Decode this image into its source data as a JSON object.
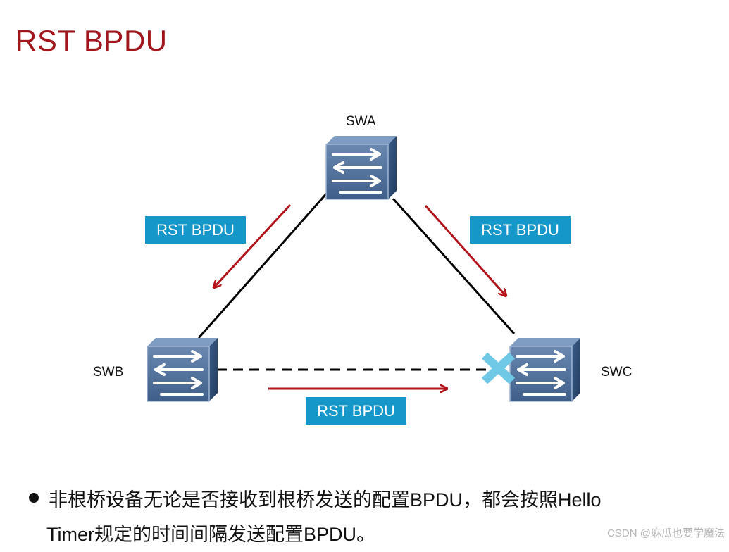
{
  "title": "RST BPDU",
  "nodes": {
    "swa": "SWA",
    "swb": "SWB",
    "swc": "SWC"
  },
  "tags": {
    "left": "RST BPDU",
    "right": "RST BPDU",
    "bottom": "RST BPDU"
  },
  "bullet": {
    "text_line1": "非根桥设备无论是否接收到根桥发送的配置BPDU，都会按照Hello",
    "text_line2": "Timer规定的时间间隔发送配置BPDU。"
  },
  "watermark": "CSDN @麻瓜也要学魔法",
  "colors": {
    "title": "#a0161c",
    "arrow": "#b3141b",
    "tag_bg": "#1597c9",
    "blocked_x": "#6ec8e6",
    "switch_face": "#4a6a95"
  },
  "icons": {
    "switch": "switch-icon",
    "blocked": "blocked-port-x-icon",
    "arrow": "arrow-icon"
  }
}
